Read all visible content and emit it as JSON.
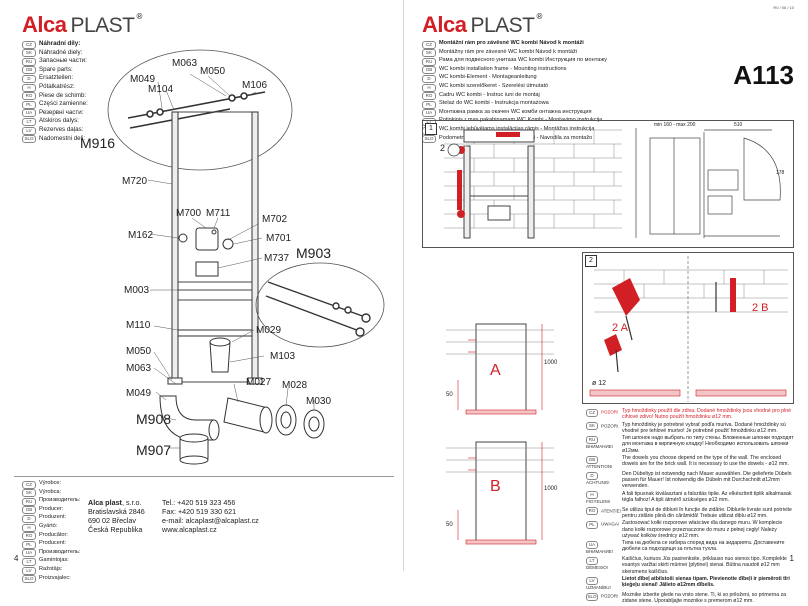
{
  "brand": {
    "name_a": "Alca",
    "name_b": "PLAST",
    "reg": "®"
  },
  "left": {
    "spare_parts": [
      {
        "code": "CZ",
        "text": "Náhradní díly:",
        "bold": true
      },
      {
        "code": "SK",
        "text": "Náhradné diely:"
      },
      {
        "code": "RU",
        "text": "Запасные части:"
      },
      {
        "code": "GB",
        "text": "Spare parts:"
      },
      {
        "code": "D",
        "text": "Ersatzteilen:"
      },
      {
        "code": "H",
        "text": "Pótalkatrész:"
      },
      {
        "code": "RO",
        "text": "Piese de schimb:"
      },
      {
        "code": "PL",
        "text": "Części zamienne:"
      },
      {
        "code": "UA",
        "text": "Резервні части:"
      },
      {
        "code": "LT",
        "text": "Atskiros dalys:"
      },
      {
        "code": "LV",
        "text": "Rezerves daļas:"
      },
      {
        "code": "SLO",
        "text": "Nadomestni deli:"
      }
    ],
    "parts": {
      "M063a": "M063",
      "M050a": "M050",
      "M049a": "M049",
      "M104": "M104",
      "M106": "M106",
      "M916": "M916",
      "M720": "M720",
      "M700": "M700",
      "M711": "M711",
      "M702": "M702",
      "M162": "M162",
      "M701": "M701",
      "M737": "M737",
      "M903": "M903",
      "M003": "M003",
      "M110": "M110",
      "M029": "M029",
      "M050b": "M050",
      "M103": "M103",
      "M063b": "M063",
      "M027": "M027",
      "M028": "M028",
      "M049b": "M049",
      "M030": "M030",
      "M908": "M908",
      "M907": "M907"
    },
    "producer": [
      {
        "code": "CZ",
        "text": "Výrobce:"
      },
      {
        "code": "SK",
        "text": "Výrobca:"
      },
      {
        "code": "RU",
        "text": "Производитель:"
      },
      {
        "code": "GB",
        "text": "Producer:"
      },
      {
        "code": "D",
        "text": "Produzent:"
      },
      {
        "code": "H",
        "text": "Gyártó:"
      },
      {
        "code": "RO",
        "text": "Producător:"
      },
      {
        "code": "PL",
        "text": "Producent:"
      },
      {
        "code": "UA",
        "text": "Производитель:"
      },
      {
        "code": "LT",
        "text": "Gamintojas:"
      },
      {
        "code": "LV",
        "text": "Ražotājs:"
      },
      {
        "code": "SLO",
        "text": "Proizvajalec:"
      }
    ],
    "company": {
      "name": "Alca plast",
      "suffix": ", s.r.o.",
      "street": "Bratislavská 2846",
      "city": "690 02  Břeclav",
      "country": "Česká Republika",
      "tel": "Tel.: +420 519 323 456",
      "fax": "Fax: +420 519 330 621",
      "email": "e-mail: alcaplast@alcaplast.cz",
      "web": "www.alcaplast.cz"
    },
    "page_number": "4"
  },
  "right": {
    "revision": "R0 / 06 / 10",
    "model": "A113",
    "titles": [
      {
        "code": "CZ",
        "text": "Montážní rám pro závěsné WC kombi  Návod k montáži",
        "bold": true
      },
      {
        "code": "SK",
        "text": "Montážny rám pre závesné WC kombi  Návod k montáži"
      },
      {
        "code": "RU",
        "text": "Рама для подвесного унитаза WC kombi  Инструкция по монтажу"
      },
      {
        "code": "GB",
        "text": "WC kombi installation frame - Mounting instructions"
      },
      {
        "code": "D",
        "text": "WC kombi-Element - Montageanleitung"
      },
      {
        "code": "H",
        "text": "WC kombi szerelőkeret - Szerelési útmutató"
      },
      {
        "code": "RO",
        "text": "Cadru WC kombi - Instruc iuni de montaj"
      },
      {
        "code": "PL",
        "text": "Stelaż do WC kombi - Instrukcja montażowa"
      },
      {
        "code": "UA",
        "text": "Монтажна рамка за окачен WC комби   онтажна инструкция"
      },
      {
        "code": "LT",
        "text": "Potinkinis r  mas pakabinamam WC Kombi - Montavimo instrukcija"
      },
      {
        "code": "LV",
        "text": "WC kombi iebūvējams instalācijas rāmis - Montāžas instrukcija"
      },
      {
        "code": "SLO",
        "text": "Podometni nosilec za viseči WC kombi - Navodila za montažo"
      }
    ],
    "step1": {
      "num": "1",
      "c1": "1",
      "c2": "2",
      "dim_top": "min 160 - max 200",
      "dim_510": "510",
      "dim_178": "178",
      "dim_1000": "1000",
      "dim_50": "50",
      "label_a": "A",
      "label_b": "B"
    },
    "step2": {
      "num": "2",
      "label_2a": "2 A",
      "label_2b": "2 B",
      "phi": "ø 12"
    },
    "warnings": [
      {
        "code": "CZ",
        "k": "POZOR!",
        "t": "Typ hmoždinky použít dle zdiva. Dodané hmoždinky jsou vhodné pro plné cihlové zdivo! Nutno použít hmoždinku ø12 mm.",
        "red": true
      },
      {
        "code": "SK",
        "k": "POZOR!",
        "t": "Typ hmoždinky je potrebné vybrať podľa muriva. Dodané hmoždinky sú vhodné pre tehlové murivo! Je potrebné použiť hmoždinku ø12 mm."
      },
      {
        "code": "RU",
        "k": "ВНИМАНИЕ!",
        "t": "Тип шпонок надо выбрать по типу стены. Вложенные шпонки подходят для монтажа в кирпичную кладку! Необходимо использовать шпонки ø12мм."
      },
      {
        "code": "GB",
        "k": "ATTENTION!",
        "t": "The dowels you choose depend on the type of the wall. The enclosed dowels are for the brick wall. It is necessary to use the dowels - ø12 mm."
      },
      {
        "code": "D",
        "k": "ACHTUNG!",
        "t": "Den Dübeltyp ist notwendig nach Mauer auswählen. Die gelieferte Dübeln passen für Mauer! Ist notwendig die Dübeln mit Durchschnitt ø12mm verwenden."
      },
      {
        "code": "H",
        "k": "FIGYELEM!",
        "t": "A fali tipusnak kiválasztani a falszitás tiplie. Az elkészített tiplik alkalmasak tégla falhoz! A tipli átmérő szükséges ø12 mm."
      },
      {
        "code": "RO",
        "k": "ATENȚIE!",
        "t": "Se utiliza tipul de diblurii în funcție de zidărie. Diblurile livrate sunt potrivite pentru zidărie plină din cărămidă! Trebuie utilizat diblu ø12 mm."
      },
      {
        "code": "PL",
        "k": "UWAGA!",
        "t": "Zastosować kołki rozporowe właściwe dla danego muru. W komplecie dano kołki rozporowe przeznaczone do muru z pełnej cegły! Należy używać kołków średnicy ø12 mm."
      },
      {
        "code": "UA",
        "k": "ВНИМАНИЕ!",
        "t": "Типа на дюбела се избира според вида на зидарията. Доставените дюбели са подходящи за плътна тухла."
      },
      {
        "code": "LT",
        "k": "DĖMESIO!",
        "t": "Kaiščius, kuriuos Jūs pasirenksite, priklauso nuo sienos tipo. Komplekte esantys varžtai skirti mūrinei (plytinei) sienai. Būtina naudoti ø12 mm skersmens kaiščius."
      },
      {
        "code": "LV",
        "k": "UZMANĪBU!",
        "t": "Lietot dībeļ atbilstoši sienas tipam. Pievienotie dībeļi ir piemēroti tīri ķieģeļu sienai! Jālieto ø12mm dībelis.",
        "bold": true
      },
      {
        "code": "SLO",
        "k": "POZOR!",
        "t": "Moznike izberite glede na vrsto stene. Ti, ki so priloženi, so primerna za zidane stene. Uporabljajte moznike s premerom ø12 mm."
      }
    ],
    "page_number": "1"
  },
  "colors": {
    "brand_red": "#d21f26",
    "text": "#222222",
    "line": "#555555"
  }
}
